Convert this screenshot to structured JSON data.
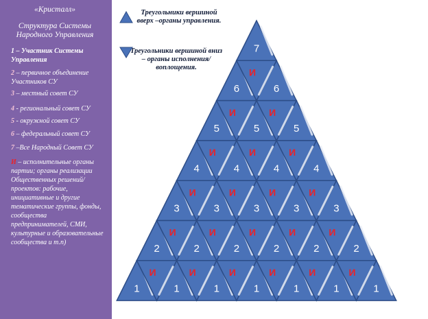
{
  "sidebar": {
    "title_line1": "«Кристалл»",
    "title_line2": "Структура Системы Народного Управления",
    "items": [
      {
        "num": "1",
        "text": " – Участник Системы Управления",
        "color": "#ffffff",
        "bold": true
      },
      {
        "num": "2",
        "text": " – первичное объединение Участников СУ",
        "color": "#f3c2d6",
        "bold": false
      },
      {
        "num": "3",
        "text": " – местный совет СУ",
        "color": "#f3c2d6",
        "bold": false
      },
      {
        "num": "4",
        "text": " - региональный совет СУ",
        "color": "#f3c2d6",
        "bold": false
      },
      {
        "num": "5",
        "text": " - окружной совет СУ",
        "color": "#f3c2d6",
        "bold": false
      },
      {
        "num": "6",
        "text": " – федеральный совет СУ",
        "color": "#f3c2d6",
        "bold": false
      },
      {
        "num": "7",
        "text": " –Все Народный Совет СУ",
        "color": "#f3c2d6",
        "bold": false
      },
      {
        "num": "И",
        "text": " – исполнительные органы партии; органы реализации Общественных решений/проектов: рабочие, инициативные и другие тематические группы, фонды, сообщества предпринимателей, СМИ, культурные и образовательные сообщества и т.п)",
        "color": "#e8232b",
        "bold": false
      }
    ]
  },
  "legend": {
    "up_text": "Треугольники вершиной вверх –органы управления.",
    "down_text": "Треугольники вершиной вниз – органы исполнения/воплощения."
  },
  "pyramid": {
    "up_labels_by_row": [
      "7",
      "6",
      "5",
      "4",
      "3",
      "2",
      "1"
    ],
    "down_label": "И",
    "extra_label": "1",
    "colors": {
      "fill": "#4a72b8",
      "stroke": "#2c4c86",
      "highlight": "#e9eef7",
      "label": "#ffffff",
      "down_label": "#e8232b"
    }
  }
}
